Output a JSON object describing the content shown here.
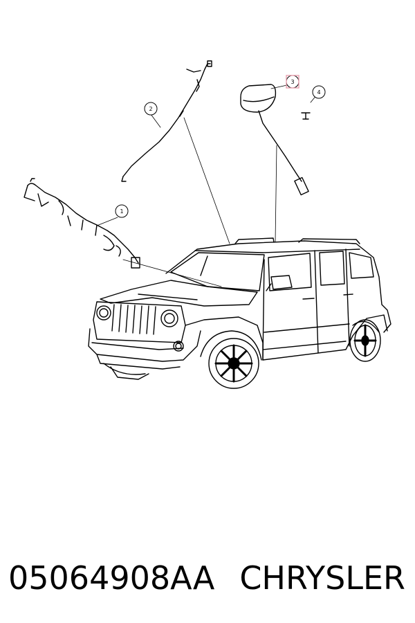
{
  "diagram": {
    "callouts": [
      {
        "id": "callout-1",
        "label": "1",
        "highlight": false
      },
      {
        "id": "callout-2",
        "label": "2",
        "highlight": false
      },
      {
        "id": "callout-3",
        "label": "3",
        "highlight": true
      },
      {
        "id": "callout-4",
        "label": "4",
        "highlight": false
      }
    ],
    "highlight_color": "#e8a0ae"
  },
  "caption": {
    "part_number": "05064908AA",
    "brand": "CHRYSLER"
  }
}
